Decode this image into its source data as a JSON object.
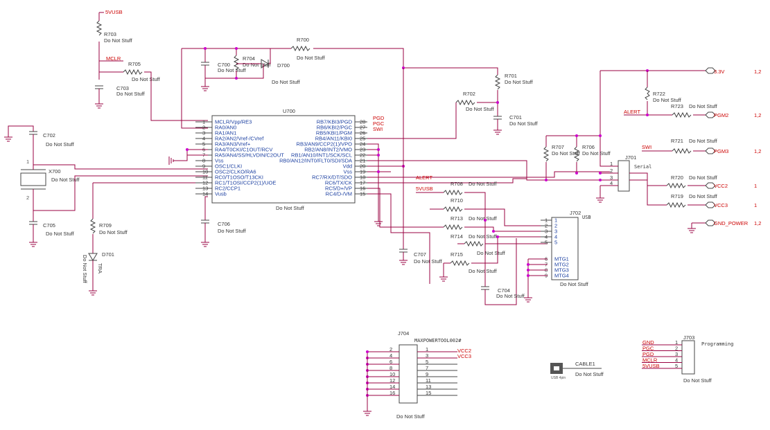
{
  "schematic": {
    "u700": {
      "ref": "U700",
      "note": "Do Not Stuff",
      "left_pins": [
        {
          "num": "1",
          "name": "MCLR/Vpp/RE3"
        },
        {
          "num": "2",
          "name": "RA0/AN0"
        },
        {
          "num": "3",
          "name": "RA1/AN1"
        },
        {
          "num": "4",
          "name": "RA2/AN2/Vref-/CVref"
        },
        {
          "num": "5",
          "name": "RA3/AN3/Vref+"
        },
        {
          "num": "6",
          "name": "RA4/T0CKI/C1OUT/RCV"
        },
        {
          "num": "7",
          "name": "RA5/AN4/SS/HLVDIN/C2OUT"
        },
        {
          "num": "8",
          "name": "Vss"
        },
        {
          "num": "9",
          "name": "OSC1/CLKI"
        },
        {
          "num": "10",
          "name": "OSC2/CLKO/RA6"
        },
        {
          "num": "11",
          "name": "RC0/T1OSO/T13CKI"
        },
        {
          "num": "12",
          "name": "RC1/T1OSI/CCP2(1)/UOE"
        },
        {
          "num": "13",
          "name": "RC2/CCP1"
        },
        {
          "num": "14",
          "name": "Vusb"
        }
      ],
      "right_pins": [
        {
          "num": "28",
          "name": "RB7/KBI3/PGD"
        },
        {
          "num": "27",
          "name": "RB6/KBI2/PGC"
        },
        {
          "num": "26",
          "name": "RB5/KBI1/PGM"
        },
        {
          "num": "25",
          "name": "RB4/AN11/KBI0"
        },
        {
          "num": "24",
          "name": "RB3/AN9/CCP2(1)/VPO"
        },
        {
          "num": "23",
          "name": "RB2/AN8/INT2/VMO"
        },
        {
          "num": "22",
          "name": "RB1/AN10/INT1/SCK/SCL"
        },
        {
          "num": "21",
          "name": "RB0/AN12/INT0/FLT0/SDI/SDA"
        },
        {
          "num": "20",
          "name": "Vdd"
        },
        {
          "num": "19",
          "name": "Vss"
        },
        {
          "num": "18",
          "name": "RC7/RX/DT/SDO"
        },
        {
          "num": "17",
          "name": "RC6/TX/CK"
        },
        {
          "num": "16",
          "name": "RC5/D+/VP"
        },
        {
          "num": "15",
          "name": "RC4/D-/VM"
        }
      ]
    },
    "nets": {
      "vusb5": "5VUSB",
      "mclr": "MCLR",
      "pgd": "PGD",
      "pgc": "PGC",
      "swi": "SWI",
      "alert": "ALERT",
      "v33": "3.3V",
      "pgm2": "PGM2",
      "pgm3": "PGM3",
      "vcc2": "VCC2",
      "vcc3": "VCC3",
      "gnd_power": "GND_POWER"
    },
    "sheet_refs": {
      "v33": "1,2",
      "pgm2": "1,2",
      "pgm3": "1,2",
      "vcc2": "1",
      "vcc3": "1",
      "gnd_power": "1,2"
    },
    "components": {
      "r703": {
        "ref": "R703",
        "note": "Do Not Stuff"
      },
      "r705": {
        "ref": "R705",
        "note": "Do Not Stuff"
      },
      "c703": {
        "ref": "C703",
        "note": "Do Not Stuff"
      },
      "c700": {
        "ref": "C700",
        "note": "Do Not Stuff"
      },
      "r704": {
        "ref": "R704",
        "note": "Do Not Stuff"
      },
      "d700": {
        "ref": "D700",
        "note": "Do Not Stuff"
      },
      "r700": {
        "ref": "R700",
        "note": "Do Not Stuff"
      },
      "r701": {
        "ref": "R701",
        "note": "Do Not Stuff"
      },
      "r702": {
        "ref": "R702",
        "note": "Do Not Stuff"
      },
      "c701": {
        "ref": "C701",
        "note": "Do Not Stuff"
      },
      "c702": {
        "ref": "C702",
        "note": "Do Not Stuff"
      },
      "x700": {
        "ref": "X700",
        "note": "Do Not Stuff"
      },
      "c705": {
        "ref": "C705",
        "note": "Do Not Stuff"
      },
      "r709": {
        "ref": "R709",
        "note": "Do Not Stuff"
      },
      "d701": {
        "ref": "D701",
        "note": "Do Not Stuff"
      },
      "c706": {
        "ref": "C706",
        "note": "Do Not Stuff"
      },
      "c707": {
        "ref": "C707",
        "note": "Do Not Stuff"
      },
      "c704": {
        "ref": "C704",
        "note": "Do Not Stuff"
      },
      "r708": {
        "ref": "R708",
        "note": "Do Not Stuff"
      },
      "r710": {
        "ref": "R710",
        "note": "Do Not Stuff"
      },
      "r713": {
        "ref": "R713",
        "note": "Do Not Stuff"
      },
      "r714": {
        "ref": "R714",
        "note": "Do Not Stuff"
      },
      "r715": {
        "ref": "R715",
        "note": "Do Not Stuff"
      },
      "r707": {
        "ref": "R707",
        "note": "Do Not Stuff"
      },
      "r706": {
        "ref": "R706",
        "note": "Do Not Stuff"
      },
      "r722": {
        "ref": "R722",
        "note": "Do Not Stuff"
      },
      "r723": {
        "ref": "R723",
        "note": "Do Not Stuff"
      },
      "r721": {
        "ref": "R721",
        "note": "Do Not Stuff"
      },
      "r720": {
        "ref": "R720",
        "note": "Do Not Stuff"
      },
      "r719": {
        "ref": "R719",
        "note": "Do Not Stuff"
      }
    },
    "led_part": "TRA",
    "j701": {
      "ref": "J701",
      "label": "Serial",
      "pins": [
        "1",
        "2",
        "3",
        "4"
      ]
    },
    "j702": {
      "ref": "J702",
      "label": "USB",
      "note": "Do Not Stuff",
      "pins": [
        "1",
        "2",
        "3",
        "4",
        "5"
      ],
      "mtg": [
        "MTG1",
        "MTG2",
        "MTG3",
        "MTG4"
      ],
      "mtg_nums": [
        "6",
        "7",
        "8",
        "9"
      ]
    },
    "j704": {
      "ref": "J704",
      "label": "MAXPOWERTOOL002#",
      "note": "Do Not Stuff",
      "left": [
        "2",
        "4",
        "6",
        "8",
        "10",
        "12",
        "14",
        "16"
      ],
      "right": [
        "1",
        "3",
        "5",
        "7",
        "9",
        "11",
        "13",
        "15"
      ]
    },
    "j703": {
      "ref": "J703",
      "label": "Programming",
      "note": "Do Not Stuff",
      "pins": [
        "1",
        "2",
        "3",
        "4",
        "5"
      ],
      "nets": [
        "GND",
        "PGC",
        "PGD",
        "MCLR",
        "5VUSB"
      ]
    },
    "cable1": {
      "ref": "CABLE1",
      "note": "Do Not Stuff",
      "sub": "USB 4pin"
    }
  }
}
